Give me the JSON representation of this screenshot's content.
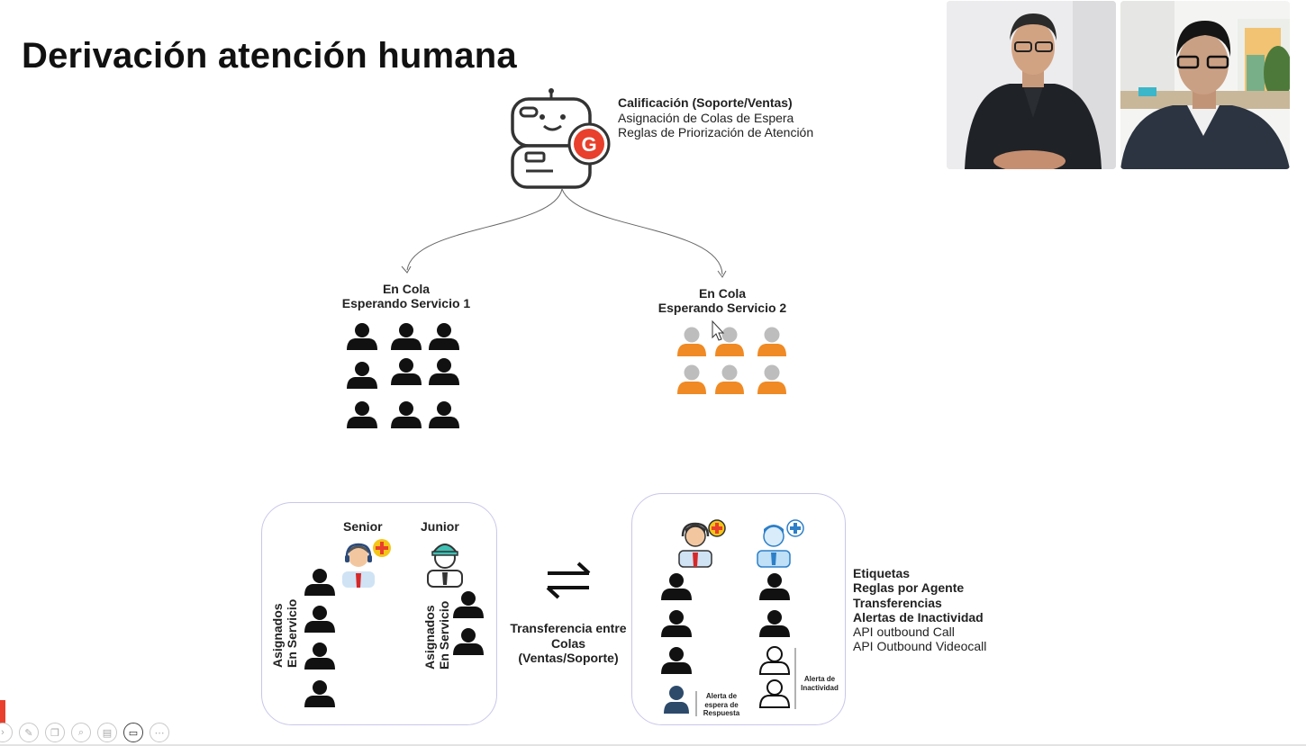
{
  "slide": {
    "title": "Derivación atención humana",
    "bot_info": [
      "Calificación (Soporte/Ventas)",
      "Asignación de Colas de Espera",
      "Reglas de Priorización de Atención"
    ],
    "queue1_label": [
      "En Cola",
      "Esperando Servicio 1"
    ],
    "queue2_label": [
      "En Cola",
      "Esperando Servicio 2"
    ],
    "senior_label": "Senior",
    "junior_label": "Junior",
    "assigned_label": [
      "Asignados",
      "En Servicio"
    ],
    "transfer_label": [
      "Transferencia entre",
      "Colas",
      "(Ventas/Soporte)"
    ],
    "response_alert": [
      "Alerta de",
      "espera de",
      "Respuesta"
    ],
    "inactivity_alert": [
      "Alerta de",
      "Inactividad"
    ],
    "features_bold": [
      "Etiquetas",
      "Reglas por Agente",
      "Transferencias",
      "Alertas de Inactividad"
    ],
    "features_regular": [
      "API outbound Call",
      "API Outbound Videocall"
    ]
  },
  "icons": [
    "robot-icon",
    "logo-badge-icon",
    "person-icon",
    "agent-senior-icon",
    "agent-junior-icon",
    "transfer-arrows-icon",
    "cursor-icon"
  ],
  "colors": {
    "brand_red": "#e8402c",
    "queue2_orange": "#f08a24",
    "queue2_head": "#bdbdbd",
    "panel_border": "#c9c6ea"
  },
  "toolbar": [
    "laser-icon",
    "pen-icon",
    "copy-icon",
    "zoom-icon",
    "subtitles-icon",
    "camera-icon",
    "more-icon"
  ]
}
